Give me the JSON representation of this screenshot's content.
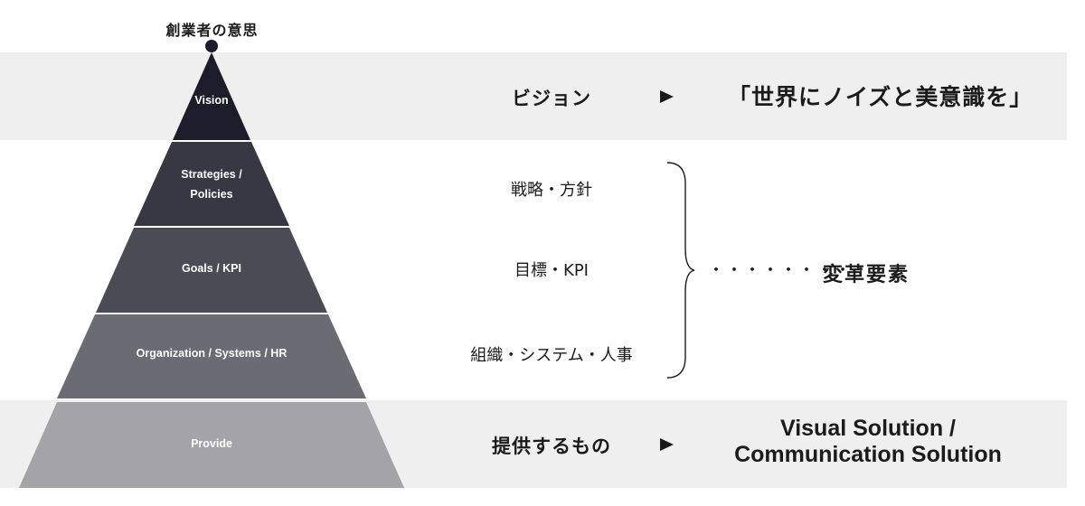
{
  "founder_intent": "創業者の意思",
  "pyramid": {
    "tiers": [
      {
        "lines": [
          "Vision"
        ],
        "color": "#1c1c2b"
      },
      {
        "lines": [
          "Strategies /",
          "Policies"
        ],
        "color": "#383845"
      },
      {
        "lines": [
          "Goals / KPI"
        ],
        "color": "#4b4b56"
      },
      {
        "lines": [
          "Organization / Systems / HR"
        ],
        "color": "#6b6b74"
      },
      {
        "lines": [
          "Provide"
        ],
        "color": "#a3a3a8"
      }
    ]
  },
  "vision_row": {
    "label": "ビジョン",
    "value": "「世界にノイズと美意識を」"
  },
  "middle_items": [
    "戦略・方針",
    "目標・KPI",
    "組織・システム・人事"
  ],
  "reform": {
    "dots": "・・・・・・・・・・",
    "label": "変革要素"
  },
  "provide_row": {
    "label": "提供するもの",
    "value_lines": [
      "Visual Solution /",
      "Communication Solution"
    ]
  },
  "colors": {
    "band": "#efefef",
    "text": "#1b1b1b",
    "dot": "#1c1c2b"
  }
}
